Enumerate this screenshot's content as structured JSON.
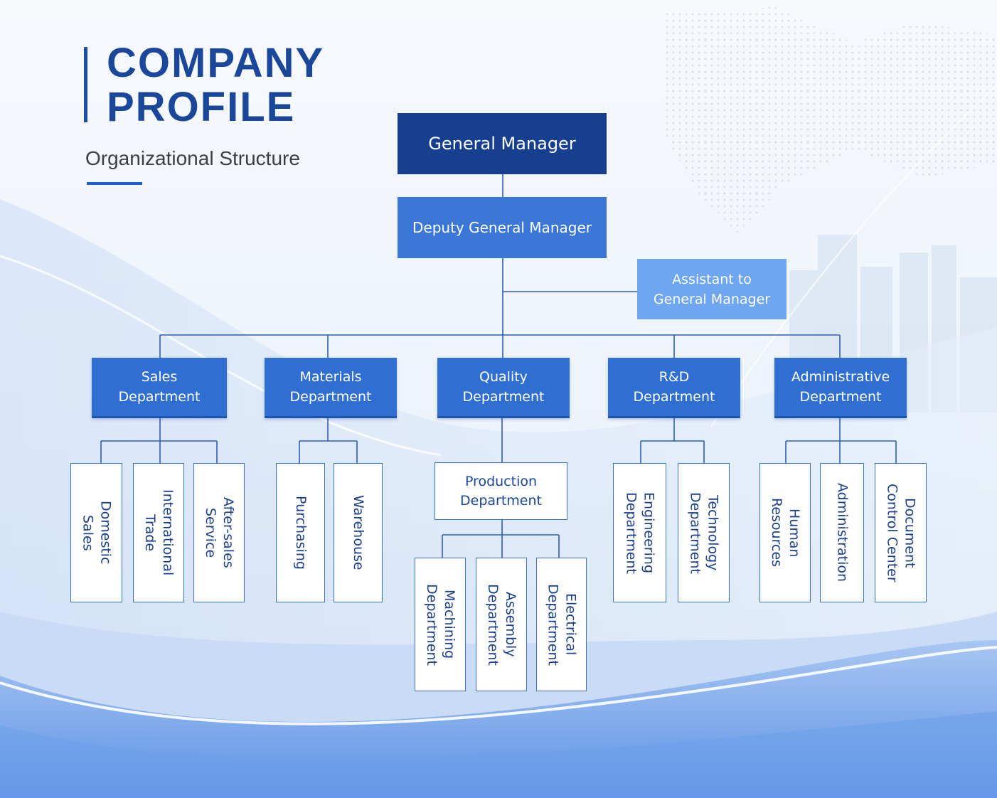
{
  "header": {
    "title_line1": "COMPANY",
    "title_line2": "PROFILE",
    "subtitle": "Organizational Structure"
  },
  "colors": {
    "title": "#1a4799",
    "gm": "#173f8f",
    "deputy": "#3a77d6",
    "assistant": "#6ea6ef",
    "department": "#2f6fd2",
    "connector": "#2d5fb3"
  },
  "org": {
    "general_manager": "General Manager",
    "deputy_general_manager": "Deputy General Manager",
    "assistant": "Assistant to\nGeneral Manager",
    "departments": [
      {
        "name": "Sales\nDepartment",
        "units": [
          "Domestic\nSales",
          "International\nTrade",
          "After-sales\nService"
        ]
      },
      {
        "name": "Materials\nDepartment",
        "units": [
          "Purchasing",
          "Warehouse"
        ]
      },
      {
        "name": "Quality\nDepartment",
        "sub_department": "Production\nDepartment",
        "sub_units": [
          "Machining\nDepartment",
          "Assembly\nDepartment",
          "Electrical\nDepartment"
        ]
      },
      {
        "name": "R&D\nDepartment",
        "units": [
          "Engineering\nDepartment",
          "Technology\nDepartment"
        ]
      },
      {
        "name": "Administrative\nDepartment",
        "units": [
          "Human\nResources",
          "Administration",
          "Document\nControl Center"
        ]
      }
    ]
  }
}
